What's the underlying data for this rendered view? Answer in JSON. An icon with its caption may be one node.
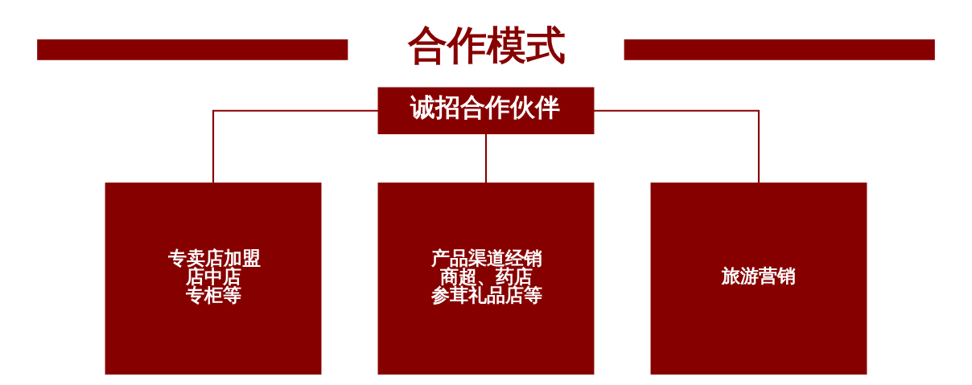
{
  "diagram": {
    "title": "合作模式",
    "nodes": [
      {
        "text": [
          "诚招合作伙伴"
        ]
      },
      {
        "text": [
          "专卖店加盟",
          "店中店",
          "专柜等"
        ]
      },
      {
        "text": [
          "产品渠道经销",
          "商超、药店",
          "参茸礼品店等"
        ]
      },
      {
        "text": [
          "旅游营销"
        ]
      }
    ],
    "edges": [
      {
        "from": 0,
        "to": 1,
        "arrow": "none"
      },
      {
        "from": 0,
        "to": 2,
        "arrow": "none"
      },
      {
        "from": 0,
        "to": 3,
        "arrow": "none"
      }
    ]
  }
}
